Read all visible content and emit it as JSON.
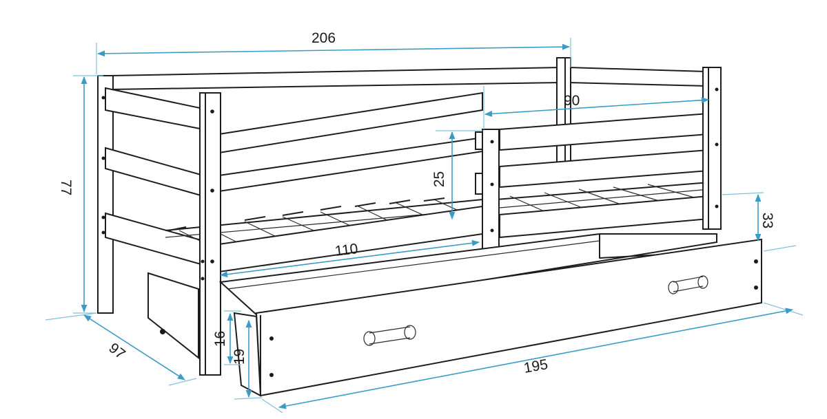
{
  "diagram": {
    "subject": "Single bed with side rails, slatted base and pull-out storage drawer",
    "units": "cm",
    "line_color": "#1d1d1d",
    "dimension_color": "#3a9bc4",
    "dimensions": {
      "overall_length": "206",
      "overall_height": "77",
      "overall_depth": "97",
      "rail_guard_length": "90",
      "rail_guard_height": "25",
      "opening_length": "110",
      "drawer_clearance": "33",
      "drawer_length": "195",
      "drawer_front_height": "19",
      "drawer_inner_height": "16"
    }
  }
}
